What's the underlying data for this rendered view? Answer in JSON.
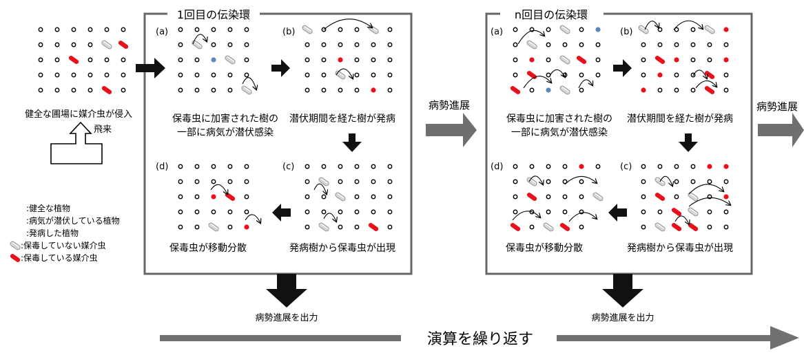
{
  "colors": {
    "healthy": "#000000",
    "latent": "#5b88c0",
    "diseased": "#e8101a",
    "vector_free": "#d6d6d6",
    "vector_infective": "#e8101a",
    "arrow_dark": "#111111",
    "arrow_grey": "#707070",
    "frame": "#666666"
  },
  "intro": {
    "caption": "健全な圃場に媒介虫が侵入",
    "flying_label": "飛来"
  },
  "legend": [
    {
      "key": "healthy",
      "label": ":健全な植物"
    },
    {
      "key": "latent",
      "label": ":病気が潜伏している植物"
    },
    {
      "key": "diseased",
      "label": ":発病した植物"
    },
    {
      "key": "vector_free",
      "label": ":保毒していない媒介虫"
    },
    {
      "key": "vector_infective",
      "label": ":保毒している媒介虫"
    }
  ],
  "cycles": [
    {
      "title": "1回目の伝染環",
      "steps": {
        "a": {
          "tag": "(a)",
          "caption_line1": "保毒虫に加害された樹の",
          "caption_line2": "一部に病気が潜伏感染"
        },
        "b": {
          "tag": "(b)",
          "caption_line1": "潜伏期間を経た樹が発病"
        },
        "c": {
          "tag": "(c)",
          "caption_line1": "発病樹から保毒虫が出現"
        },
        "d": {
          "tag": "(d)",
          "caption_line1": "保毒虫が移動分散"
        }
      },
      "output_label": "病勢進展を出力"
    },
    {
      "title": "n回目の伝染環",
      "steps": {
        "a": {
          "tag": "(a)",
          "caption_line1": "保毒虫に加害された樹の",
          "caption_line2": "一部に病気が潜伏感染"
        },
        "b": {
          "tag": "(b)",
          "caption_line1": "潜伏期間を経た樹が発病"
        },
        "c": {
          "tag": "(c)",
          "caption_line1": "発病樹から保毒虫が出現"
        },
        "d": {
          "tag": "(d)",
          "caption_line1": "保毒虫が移動分散"
        }
      },
      "output_label": "病勢進展を出力"
    }
  ],
  "progress_label_1": "病勢進展",
  "progress_label_2": "病勢進展",
  "repeat_label": "演算を繰り返す"
}
